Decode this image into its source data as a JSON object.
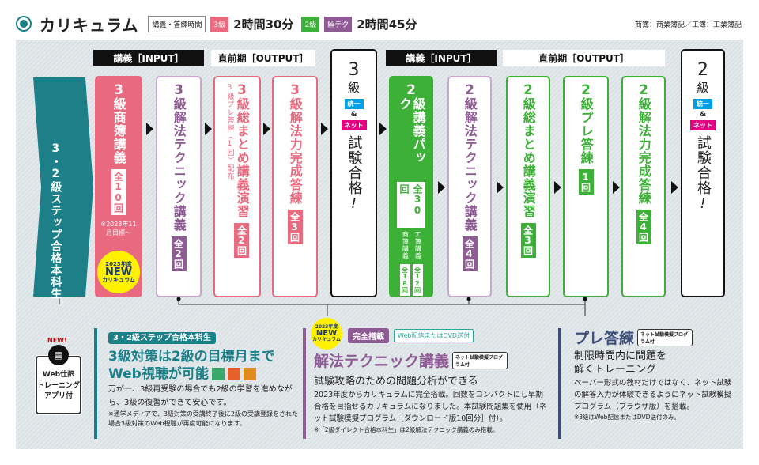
{
  "header": {
    "title": "カリキュラム",
    "legend_label": "講義・答練時間",
    "grade3": "3級",
    "grade3_time": "2時間30分",
    "grade2": "2級",
    "kaitech": "解テク",
    "grade2_time": "2時間45分",
    "abbrev_note": "商簿：商業簿記／工簿：工業簿記"
  },
  "phases": {
    "input3": "講義［INPUT］",
    "output3": "直前期［OUTPUT］",
    "input2": "講義［INPUT］",
    "output2": "直前期［OUTPUT］"
  },
  "course": {
    "label": "3・2級ステップ合格本科生"
  },
  "columns": [
    {
      "num": "3",
      "title": "級商簿講義",
      "count": "全10回",
      "note": "※2023年11月目標～",
      "note_mark": "※"
    },
    {
      "num": "3",
      "title": "級解法テクニック講義",
      "count": "全2回"
    },
    {
      "num": "3",
      "title": "級総まとめ講義演習",
      "sub": "3級プレ答練（1回）配布",
      "count": "全2回"
    },
    {
      "num": "3",
      "title": "級解法力完成答練",
      "count": "全3回"
    },
    {
      "num": "2",
      "title": "級講義パック",
      "count": "全30回",
      "sub1": "商簿講義",
      "sub1_count": "全18回",
      "sub2": "工簿講義",
      "sub2_count": "全12回"
    },
    {
      "num": "2",
      "title": "級解法テクニック講義",
      "count": "全4回"
    },
    {
      "num": "2",
      "title": "級総まとめ講義演習",
      "count": "全3回"
    },
    {
      "num": "2",
      "title": "級プレ答練",
      "count": "1回"
    },
    {
      "num": "2",
      "title": "級解法力完成答練",
      "count": "全4回"
    }
  ],
  "pass3": {
    "num": "3",
    "grade": "級",
    "b1": "統一",
    "amp": "&",
    "b2": "ネット",
    "text": "試験合格",
    "ex": "!"
  },
  "pass2": {
    "num": "2",
    "grade": "級",
    "b1": "統一",
    "amp": "&",
    "b2": "ネット",
    "text": "試験合格",
    "ex": "!"
  },
  "new_badge": {
    "year": "2023年度",
    "new": "NEW",
    "text": "カリキュラム"
  },
  "app": {
    "new": "NEW!",
    "text1": "Web仕訳",
    "text2": "トレーニング",
    "text3": "アプリ付"
  },
  "sec1": {
    "tag": "3・2級ステップ合格本科生",
    "headline1": "3級対策は2級の目標月まで",
    "headline2": "Web視聴が可能",
    "body": "万が一、3級再受験の場合でも2級の学習を進めながら、3級の復習ができて安心です。",
    "note": "※通学メディアで、3級対策の受講終了後に2級の受講登録をされた場合3級対策のWeb視聴が再度可能になります。"
  },
  "sec2": {
    "tag": "完全搭載",
    "delivery": "Web配信またはDVD送付",
    "headline": "解法テクニック講義",
    "program": "ネット試験模擬プログラム付",
    "subhead": "試験攻略のための問題分析ができる",
    "body": "2023年度からカリキュラムに完全搭載。回数をコンパクトにし早期合格を目指せるカリキュラムになりました。本試験問題集を使用（ネット試験模擬プログラム［ダウンロード版10回分］付）。",
    "note": "※「2級ダイレクト合格本科生」は2級解法テクニック講義のみ搭載。"
  },
  "sec3": {
    "headline": "プレ答練",
    "program": "ネット試験模擬プログラム付",
    "subhead1": "制限時間内に問題を",
    "subhead2": "解くトレーニング",
    "body": "ペーパー形式の教材だけではなく、ネット試験の解答入力が体験できるようにネット試験模擬プログラム（ブラウザ版）を搭載。",
    "note": "※3級はWeb配信またはDVD送付のみ。"
  },
  "colors": {
    "teal": "#1d8089",
    "pink": "#e9697f",
    "green": "#3db037",
    "purple": "#8f5b94",
    "navy": "#3d4d7a"
  }
}
